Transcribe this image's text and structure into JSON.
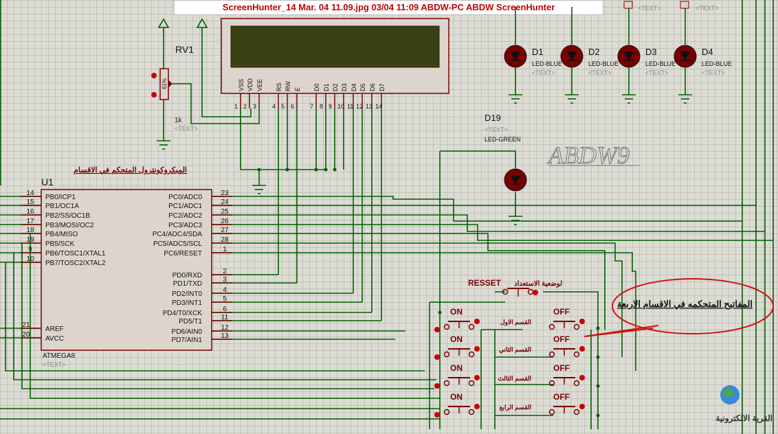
{
  "capture_title": "ScreenHunter_14 Mar. 04 11.09.jpg  03/04  11:09  ABDW-PC  ABDW  ScreenHunter",
  "text_placeholder": "<TEXT>",
  "rv1": {
    "ref": "RV1",
    "value": "1k",
    "pct": "61%"
  },
  "lcd": {
    "pins": [
      "VSS",
      "VDD",
      "VEE",
      "RS",
      "RW",
      "E",
      "D0",
      "D1",
      "D2",
      "D3",
      "D4",
      "D5",
      "D6",
      "D7"
    ],
    "numbers": [
      "1",
      "2",
      "3",
      "4",
      "5",
      "6",
      "7",
      "8",
      "9",
      "10",
      "11",
      "12",
      "13",
      "14"
    ]
  },
  "leds": [
    {
      "ref": "D1",
      "type": "LED-BLUE"
    },
    {
      "ref": "D2",
      "type": "LED-BLUE"
    },
    {
      "ref": "D3",
      "type": "LED-BLUE"
    },
    {
      "ref": "D4",
      "type": "LED-BLUE"
    }
  ],
  "led_green": {
    "ref": "D19",
    "type": "LED-GREEN"
  },
  "watermark": "ABDW9",
  "mcu_caption": "المبكروكونترول المتحكم في الاقسام",
  "mcu": {
    "ref": "U1",
    "part": "ATMEGA8",
    "left_pins": [
      {
        "num": "14",
        "name": "PB0/ICP1"
      },
      {
        "num": "15",
        "name": "PB1/OC1A"
      },
      {
        "num": "16",
        "name": "PB2/SS/OC1B"
      },
      {
        "num": "17",
        "name": "PB3/MOSI/OC2"
      },
      {
        "num": "18",
        "name": "PB4/MISO"
      },
      {
        "num": "19",
        "name": "PB5/SCK"
      },
      {
        "num": "9",
        "name": "PB6/TOSC1/XTAL1"
      },
      {
        "num": "10",
        "name": "PB7/TOSC2/XTAL2"
      }
    ],
    "left_bottom": [
      {
        "num": "21",
        "name": "AREF"
      },
      {
        "num": "20",
        "name": "AVCC"
      }
    ],
    "right_pins": [
      {
        "num": "23",
        "name": "PC0/ADC0"
      },
      {
        "num": "24",
        "name": "PC1/ADC1"
      },
      {
        "num": "25",
        "name": "PC2/ADC2"
      },
      {
        "num": "26",
        "name": "PC3/ADC3"
      },
      {
        "num": "27",
        "name": "PC4/ADC4/SDA"
      },
      {
        "num": "28",
        "name": "PC5/ADC5/SCL"
      },
      {
        "num": "1",
        "name": "PC6/RESET"
      }
    ],
    "right_pins2": [
      {
        "num": "2",
        "name": "PD0/RXD"
      },
      {
        "num": "3",
        "name": "PD1/TXD"
      },
      {
        "num": "4",
        "name": "PD2/INT0"
      },
      {
        "num": "5",
        "name": "PD3/INT1"
      },
      {
        "num": "6",
        "name": "PD4/T0/XCK"
      },
      {
        "num": "11",
        "name": "PD5/T1"
      },
      {
        "num": "12",
        "name": "PD6/AIN0"
      },
      {
        "num": "13",
        "name": "PD7/AIN1"
      }
    ]
  },
  "reset": {
    "label": "RESSET",
    "caption": "لوضعية الاستعداد"
  },
  "switches": [
    {
      "on": "ON",
      "off": "OFF",
      "label": "القسم الاول"
    },
    {
      "on": "ON",
      "off": "OFF",
      "label": "القسم الثاني"
    },
    {
      "on": "ON",
      "off": "OFF",
      "label": "القسم الثالث"
    },
    {
      "on": "ON",
      "off": "OFF",
      "label": "القسم الرابع"
    }
  ],
  "callout": "المفاتيح المتحكمه في الاقسام الاربعة",
  "logo_text": "القرية الالكترونية",
  "colors": {
    "wire": "#006000",
    "component": "#7a0000",
    "led_fill": "#7a0000",
    "body_fill": "#ddd5cc",
    "lcd_bg": "#3c4015",
    "callout": "#d01010"
  }
}
